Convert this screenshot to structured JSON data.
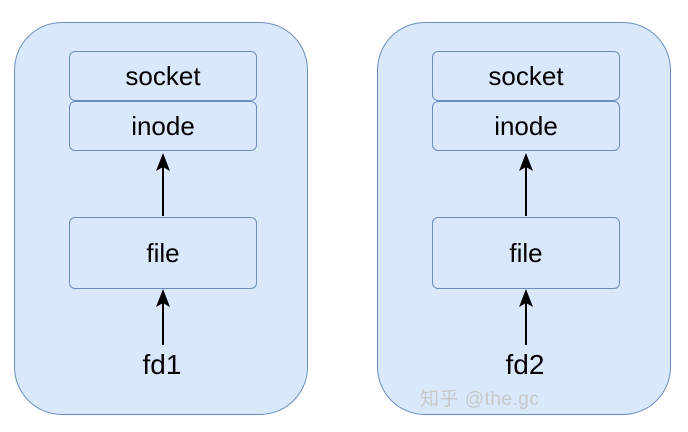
{
  "panels": [
    {
      "nodes": {
        "socket": "socket",
        "inode": "inode",
        "file": "file"
      },
      "fd": "fd1"
    },
    {
      "nodes": {
        "socket": "socket",
        "inode": "inode",
        "file": "file"
      },
      "fd": "fd2"
    }
  ],
  "watermark": "知乎 @the.gc",
  "colors": {
    "fill": "#dae8fc",
    "stroke": "#6c8ebf",
    "arrow": "#000000"
  }
}
